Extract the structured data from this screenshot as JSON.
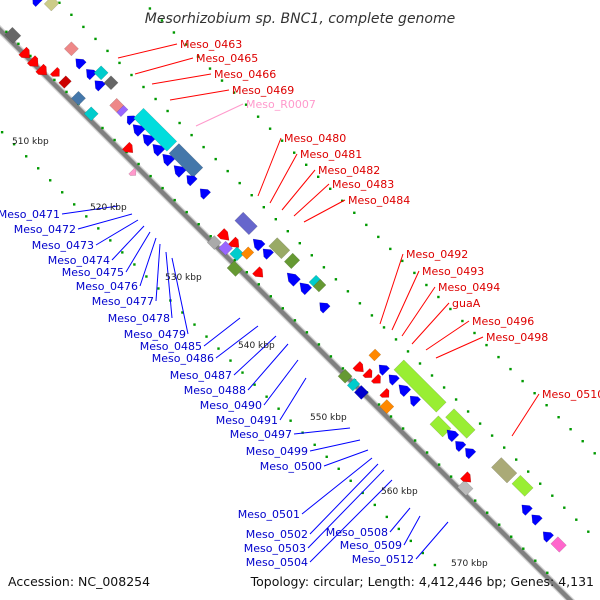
{
  "header": {
    "title": "Mesorhizobium sp. BNC1, complete genome"
  },
  "footer": {
    "accession": "Accession: NC_008254",
    "summary": "Topology: circular; Length: 4,412,446 bp; Genes: 4,131"
  },
  "colors": {
    "forward": "#ff0000",
    "reverse": "#0000ff",
    "rna": "#ff99cc",
    "backbone": "#808080",
    "tick": "#009900"
  },
  "scale": [
    "510 kbp",
    "520 kbp",
    "530 kbp",
    "540 kbp",
    "550 kbp",
    "560 kbp",
    "570 kbp"
  ],
  "forward_labels": [
    "Meso_0463",
    "Meso_0465",
    "Meso_0466",
    "Meso_0469",
    "Meso_R0007",
    "Meso_0480",
    "Meso_0481",
    "Meso_0482",
    "Meso_0483",
    "Meso_0484",
    "Meso_0492",
    "Meso_0493",
    "Meso_0494",
    "guaA",
    "Meso_0496",
    "Meso_0498",
    "Meso_0510"
  ],
  "reverse_labels": [
    "Meso_0471",
    "Meso_0472",
    "Meso_0473",
    "Meso_0474",
    "Meso_0475",
    "Meso_0476",
    "Meso_0477",
    "Meso_0478",
    "Meso_0479",
    "Meso_0485",
    "Meso_0486",
    "Meso_0487",
    "Meso_0488",
    "Meso_0490",
    "Meso_0491",
    "Meso_0497",
    "Meso_0499",
    "Meso_0500",
    "Meso_0501",
    "Meso_0502",
    "Meso_0503",
    "Meso_0504",
    "Meso_0508",
    "Meso_0509",
    "Meso_0512"
  ]
}
